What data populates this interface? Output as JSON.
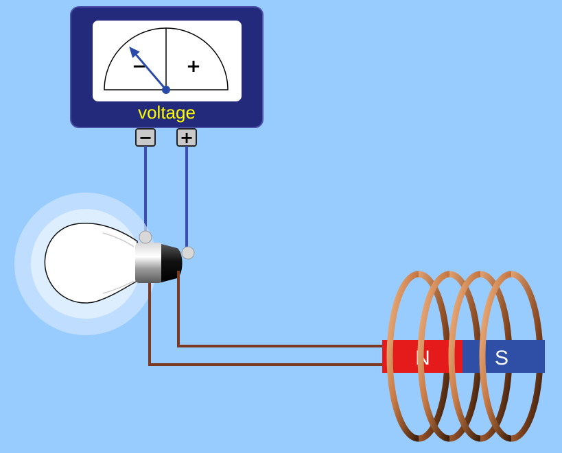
{
  "voltmeter": {
    "label": "voltage",
    "scale_minus": "−",
    "scale_plus": "+",
    "terminal_minus": "−",
    "terminal_plus": "+",
    "needle_reading": -0.45
  },
  "magnet": {
    "north_label": "N",
    "south_label": "S",
    "north_color": "#e51a1a",
    "south_color": "#2f4fa6"
  },
  "coil": {
    "loop_count": 4,
    "wire_color": "#b86a3c"
  },
  "colors": {
    "background": "#99ccfe",
    "meter_frame": "#232a7c",
    "label_color": "#ffff00",
    "lead_wire_meter": "#3a4fb0",
    "lead_wire_coil": "#7c3a22"
  },
  "icons": {
    "bulb": "light-bulb-icon"
  }
}
